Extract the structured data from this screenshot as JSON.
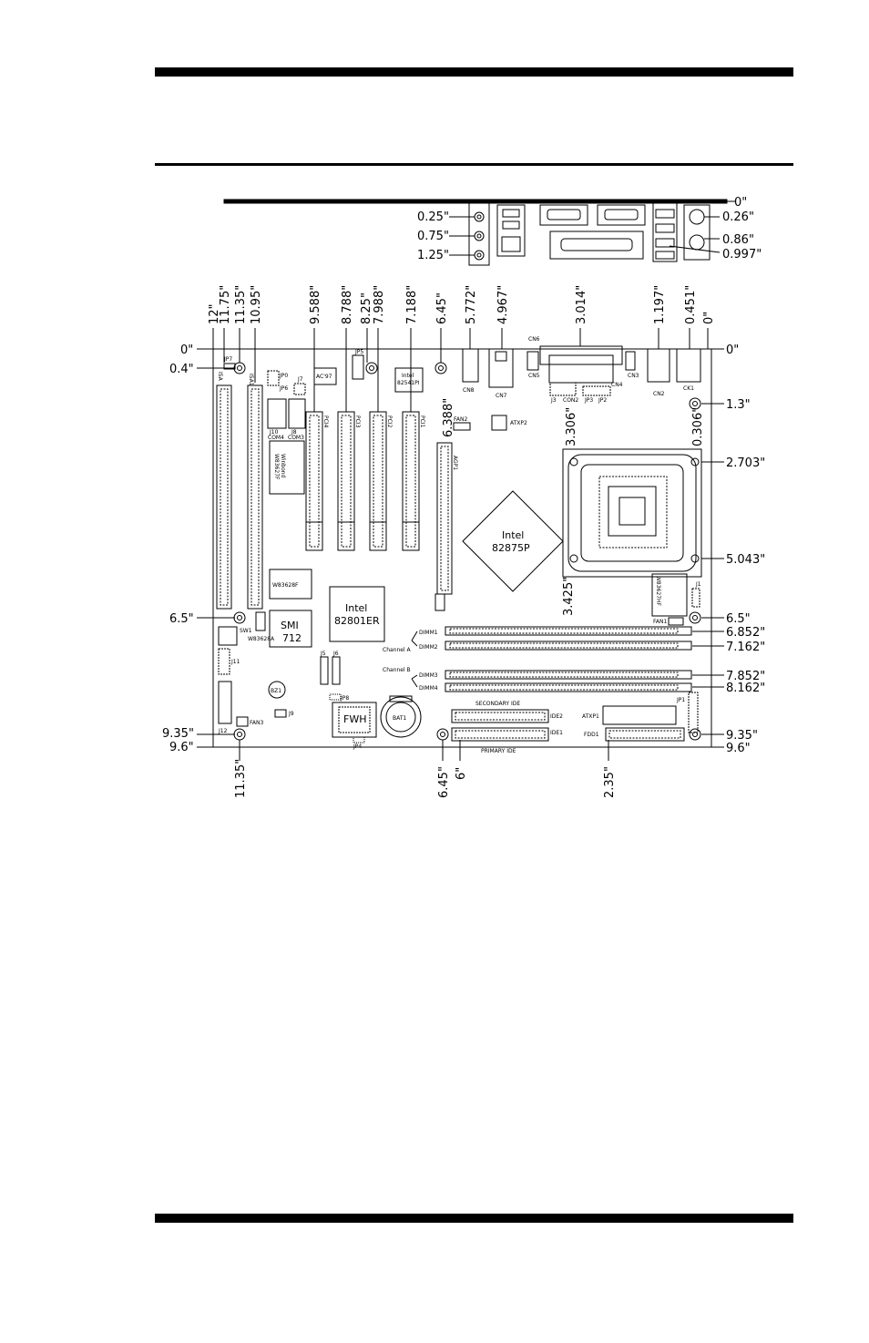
{
  "top_dims_right": [
    "0\"",
    "0.26\"",
    "0.86\"",
    "0.997\""
  ],
  "io_audio_dims": [
    "0.25\"",
    "0.75\"",
    "1.25\""
  ],
  "vert_dims_left": [
    "12\"",
    "11.75\"",
    "11.35\"",
    "10.95\""
  ],
  "vert_dims_pci": [
    "9.588\"",
    "8.788\"",
    "8.25\"",
    "7.988\"",
    "7.188\"",
    "6.45\""
  ],
  "vert_dims_io": [
    "5.772\"",
    "4.967\"",
    "3.014\"",
    "1.197\"",
    "0.451\"",
    "0\""
  ],
  "left_dims": [
    "0\"",
    "0.4\"",
    "6.5\"",
    "9.35\"",
    "9.6\""
  ],
  "right_dims": [
    "0\"",
    "1.3\"",
    "2.703\"",
    "5.043\"",
    "6.5\"",
    "6.852\"",
    "7.162\"",
    "7.852\"",
    "8.162\"",
    "9.35\"",
    "9.6\""
  ],
  "inner_dims": [
    "6.388\"",
    "3.306\"",
    "0.306\"",
    "3.425\""
  ],
  "bottom_dims": [
    "11.35\"",
    "6.45\"",
    "6\"",
    "2.35\""
  ],
  "chips": {
    "northbridge": [
      "Intel",
      "82875P"
    ],
    "southbridge": [
      "Intel",
      "82801ER"
    ],
    "lan": [
      "Intel",
      "82541PI"
    ],
    "smi": [
      "SMI",
      "712"
    ],
    "winbond": [
      "Winbond",
      "W83627F"
    ],
    "sio": "W83628F",
    "ac97": "AC'97",
    "fwh": "FWH",
    "bat": "BAT1",
    "bz": "BZ1",
    "hwmon": "W83627HF"
  },
  "labels": {
    "jp7": "JP7",
    "jp0": "JP0",
    "jp6": "JP6",
    "j7": "J7",
    "j10": "J10",
    "j8": "J8",
    "com4": "COM4",
    "com3": "COM3",
    "pci4": "PCI4",
    "pci3": "PCI3",
    "pci2": "PCI2",
    "pci1": "PCI1",
    "isa": "ISA",
    "isa1": "ISA1",
    "cn8": "CN8",
    "cn7": "CN7",
    "cn6": "CN6",
    "cn5": "CN5",
    "cn4": "CN4",
    "cn3": "CN3",
    "cn2": "CN2",
    "ck1": "CK1",
    "j3": "J3",
    "con2": "CON2",
    "jp3": "JP3",
    "jp2": "JP2",
    "fan2": "FAN2",
    "atxp2": "ATXP2",
    "agp1": "AGP1",
    "fan1": "FAN1",
    "fan3": "FAN3",
    "j11": "J11",
    "j12": "J12",
    "sw1": "SW1",
    "w83628a": "W83628A",
    "j5": "J5",
    "j6": "J6",
    "jp8": "JP8",
    "jp4": "JP4",
    "j9": "J9",
    "dimm1": "DIMM1",
    "dimm2": "DIMM2",
    "dimm3": "DIMM3",
    "dimm4": "DIMM4",
    "channel_a": "Channel A",
    "channel_b": "Channel B",
    "secondary_ide": "SECONDARY IDE",
    "primary_ide": "PRIMARY IDE",
    "ide1": "IDE1",
    "ide2": "IDE2",
    "atxp1": "ATXP1",
    "fdd1": "FDD1",
    "jp1": "JP1",
    "jp5": "JP5",
    "j1": "J1"
  }
}
